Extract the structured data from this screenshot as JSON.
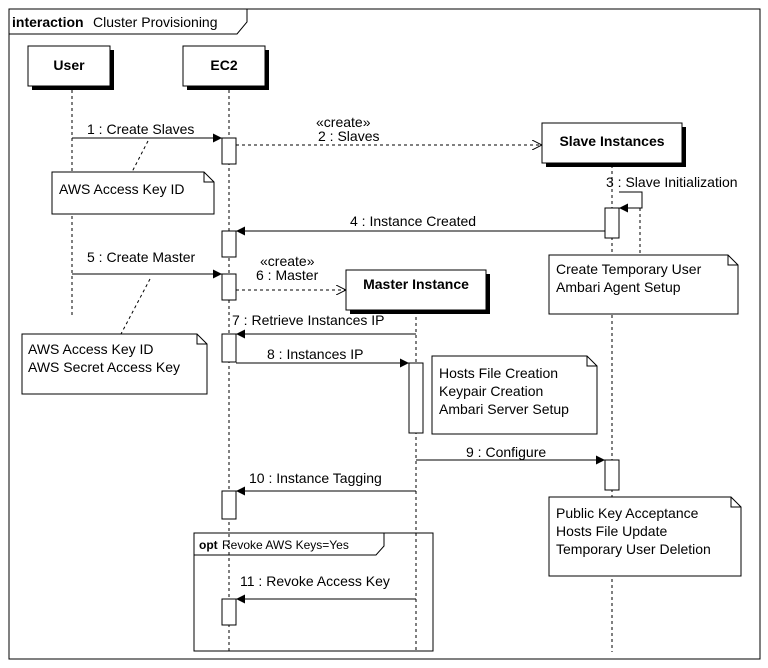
{
  "frame": {
    "keyword": "interaction",
    "name": "Cluster Provisioning"
  },
  "lifelines": {
    "user": "User",
    "ec2": "EC2",
    "slave": "Slave Instances",
    "master": "Master Instance"
  },
  "messages": {
    "m1": "1 : Create Slaves",
    "m2_stereo": "«create»",
    "m2": "2 : Slaves",
    "m3": "3 : Slave Initialization",
    "m4": "4 : Instance Created",
    "m5": "5 : Create Master",
    "m6_stereo": "«create»",
    "m6": "6 : Master",
    "m7": "7 : Retrieve Instances IP",
    "m8": "8 : Instances IP",
    "m9": "9 : Configure",
    "m10": "10 : Instance Tagging",
    "m11": "11 : Revoke Access Key"
  },
  "notes": {
    "n1": [
      "AWS Access Key ID"
    ],
    "n2": [
      "Create Temporary User",
      "Ambari Agent Setup"
    ],
    "n3": [
      "AWS Access Key ID",
      "AWS Secret Access Key"
    ],
    "n4": [
      "Hosts File Creation",
      "Keypair Creation",
      "Ambari Server Setup"
    ],
    "n5": [
      "Public Key Acceptance",
      "Hosts File Update",
      "Temporary User Deletion"
    ]
  },
  "fragment": {
    "operator": "opt",
    "guard": "Revoke AWS Keys=Yes"
  }
}
